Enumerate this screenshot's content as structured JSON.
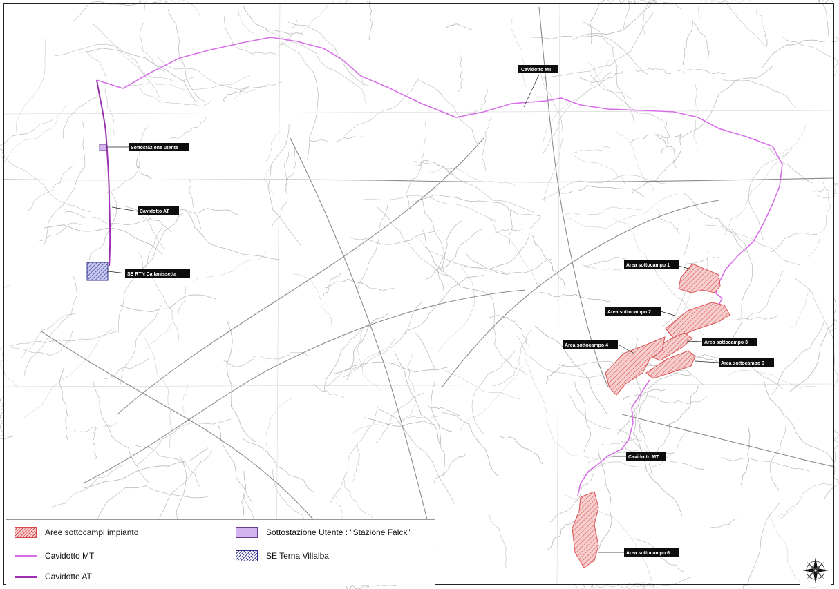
{
  "map": {
    "labels": {
      "cavidotto_mt_north": "Cavidotto MT",
      "sottostazione_utente": "Sottostazione utente",
      "cavidotto_at": "Cavidotto AT",
      "se_rtn": "SE RTN Caltanissetta",
      "area_1": "Area sottocampo 1",
      "area_2": "Area sottocampo 2",
      "area_3a": "Area sottocampo 3",
      "area_4": "Area sottocampo 4",
      "area_3b": "Area sottocampo 3",
      "cavidotto_mt_south": "Cavidotto MT",
      "area_6": "Area sottocampo 6"
    },
    "colors": {
      "cavidotto_mt": "#d76ee8",
      "cavidotto_at": "#9b2fb0",
      "aree_sottocampi": "#d94848",
      "sottostazione": "#d4b3f0",
      "se_terna": "#2d2e8a",
      "contour_lines": "#b9b9b9"
    }
  },
  "legend": {
    "aree_sottocampi": "Aree sottocampi impianto",
    "cavidotto_mt": "Cavidotto MT",
    "cavidotto_at": "Cavidotto AT",
    "sottostazione": "Sottostazione Utente : \"Stazione Falck\"",
    "se_terna": "SE Terna Villalba"
  },
  "compass": {
    "icon": "compass-rose-icon"
  }
}
